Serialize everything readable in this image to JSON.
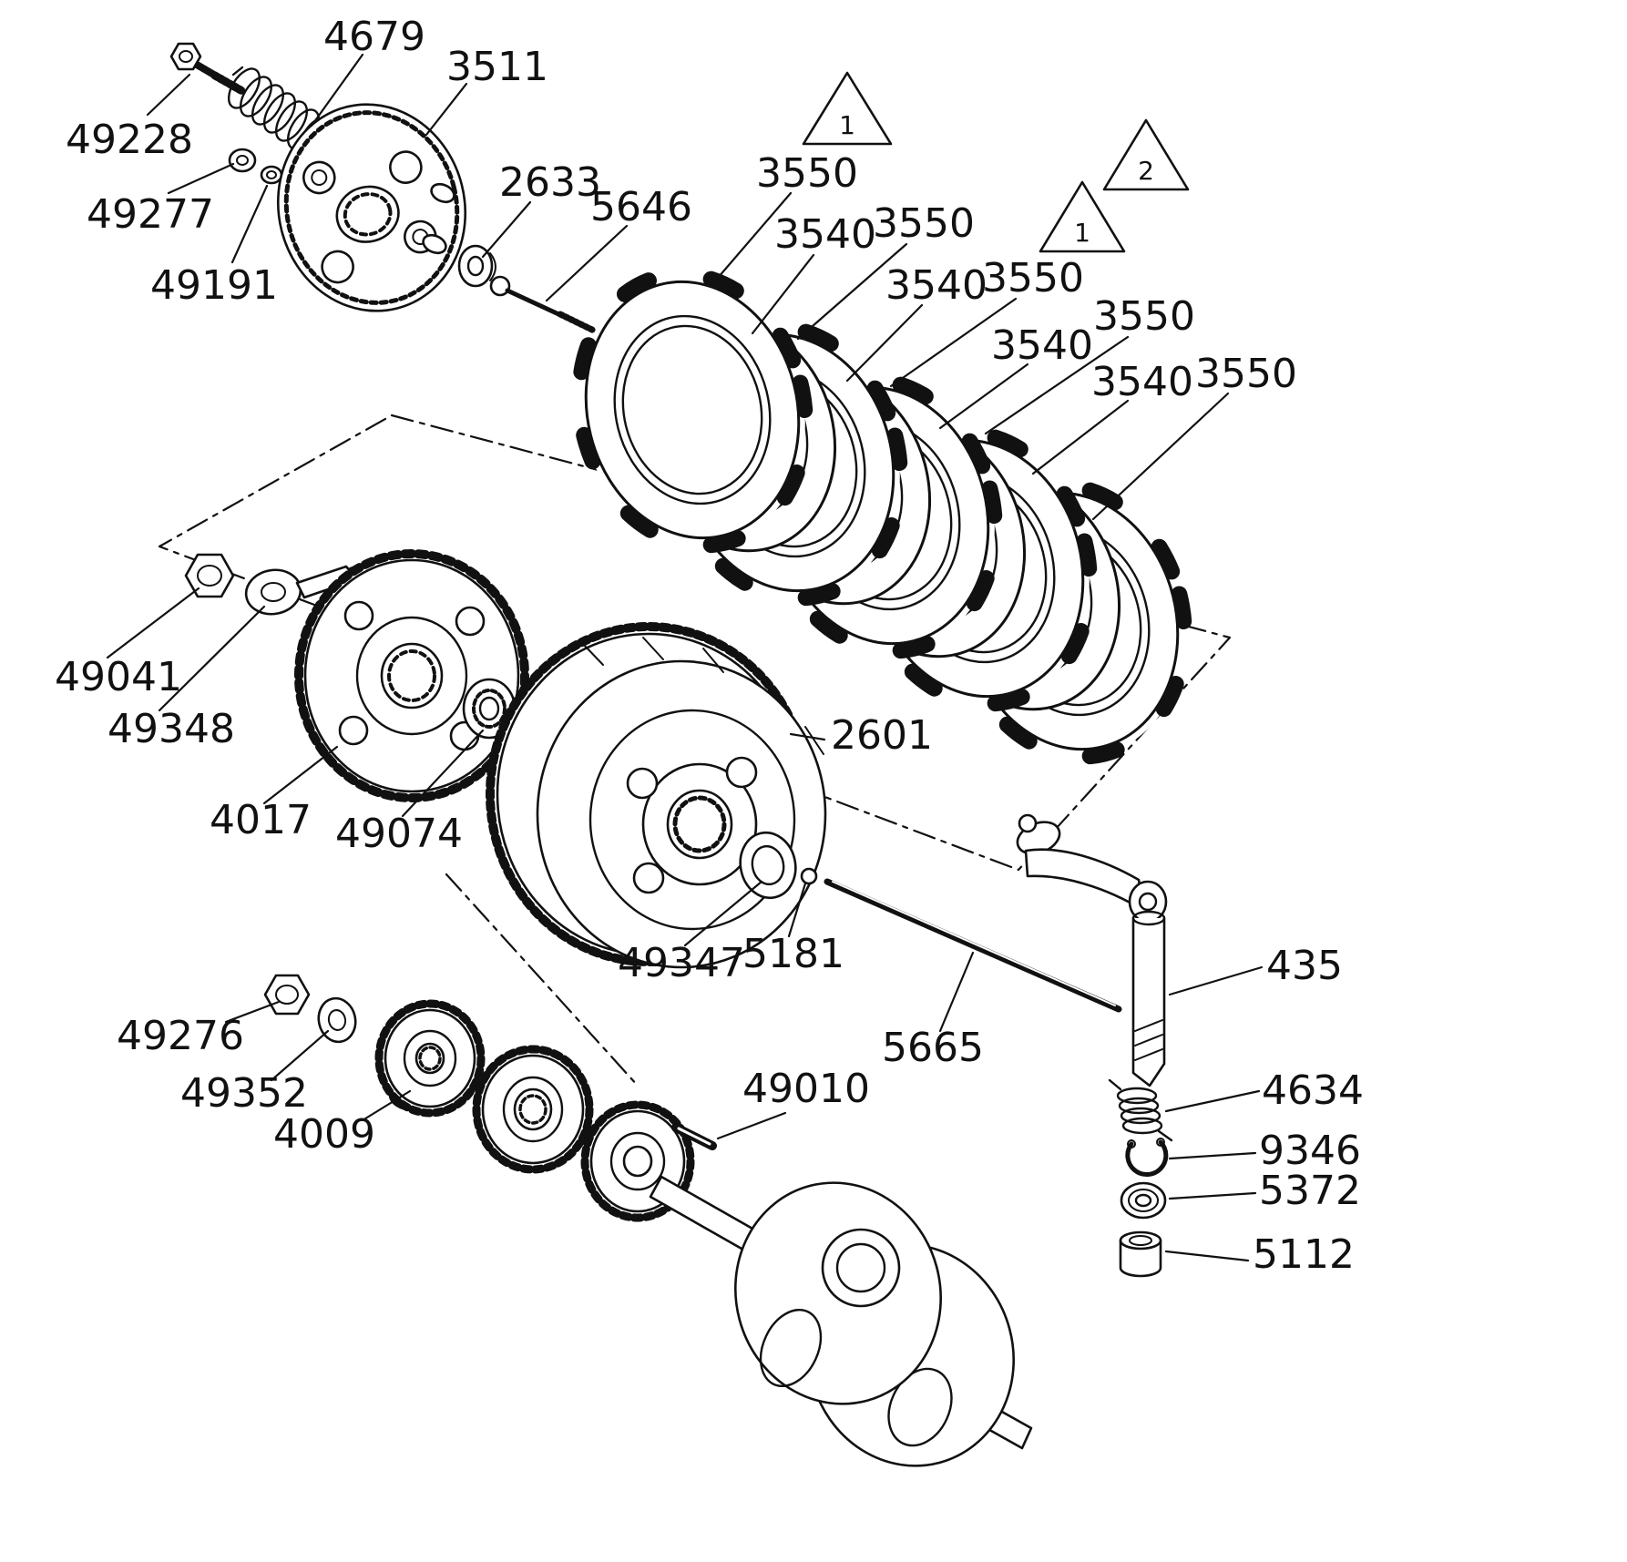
{
  "diagram": {
    "background": "#ffffff",
    "ink": "#111111"
  },
  "labels": [
    {
      "text": "4679"
    },
    {
      "text": "3511"
    },
    {
      "text": "49228"
    },
    {
      "text": "49277"
    },
    {
      "text": "49191"
    },
    {
      "text": "2633"
    },
    {
      "text": "5646"
    },
    {
      "text": "3550"
    },
    {
      "text": "3540"
    },
    {
      "text": "3550"
    },
    {
      "text": "3540"
    },
    {
      "text": "3550"
    },
    {
      "text": "3540"
    },
    {
      "text": "3550"
    },
    {
      "text": "3540"
    },
    {
      "text": "3550"
    },
    {
      "text": "49041"
    },
    {
      "text": "49348"
    },
    {
      "text": "4017"
    },
    {
      "text": "49074"
    },
    {
      "text": "2601"
    },
    {
      "text": "49347"
    },
    {
      "text": "5181"
    },
    {
      "text": "49276"
    },
    {
      "text": "49352"
    },
    {
      "text": "4009"
    },
    {
      "text": "5665"
    },
    {
      "text": "435"
    },
    {
      "text": "49010"
    },
    {
      "text": "4634"
    },
    {
      "text": "9346"
    },
    {
      "text": "5372"
    },
    {
      "text": "5112"
    }
  ],
  "triangle_markers": [
    {
      "text": "1"
    },
    {
      "text": "2"
    },
    {
      "text": "1"
    }
  ]
}
